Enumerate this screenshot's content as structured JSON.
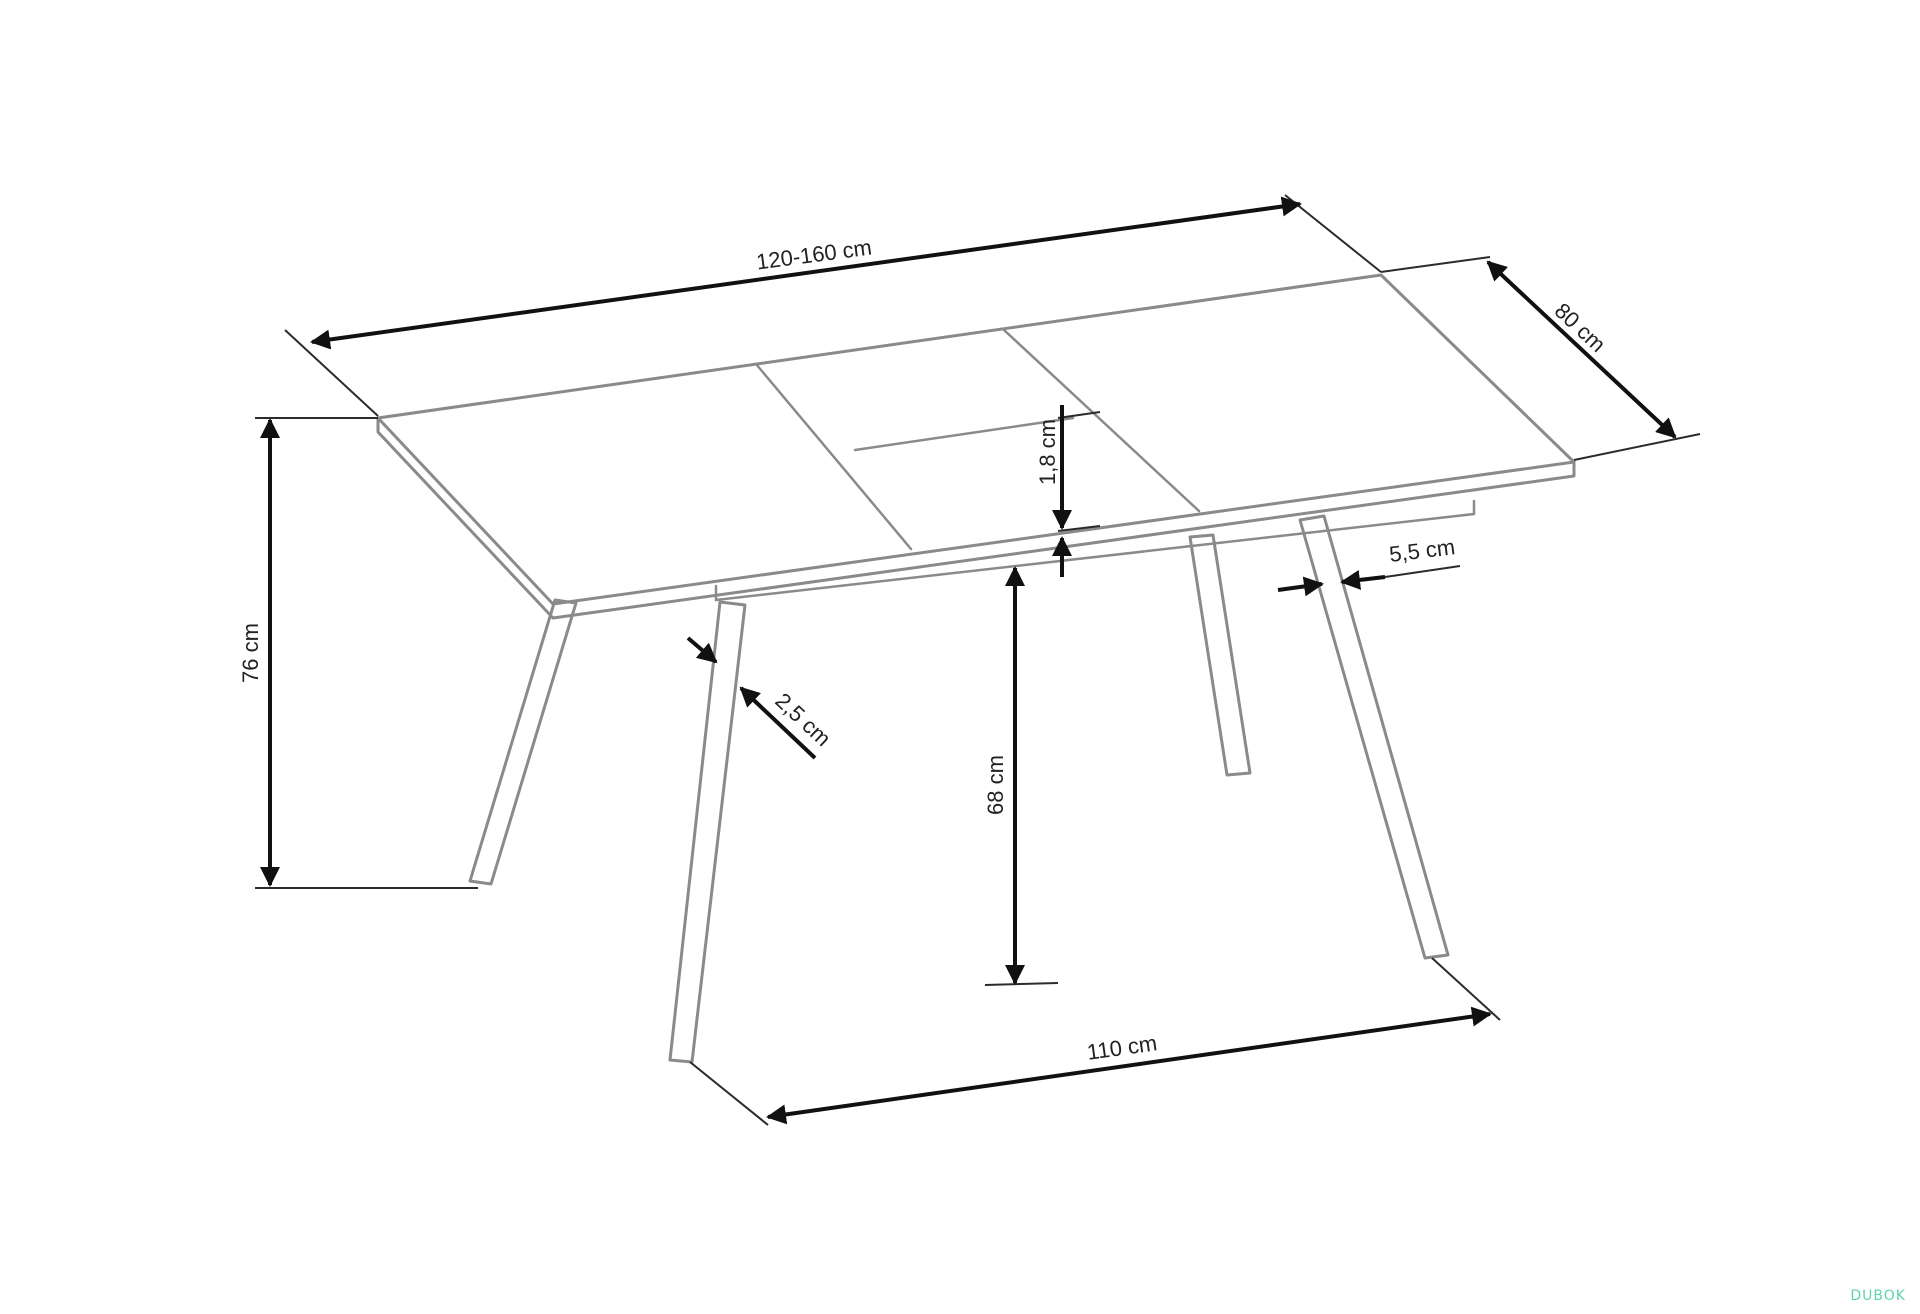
{
  "labels": {
    "length": "120-160 cm",
    "width": "80 cm",
    "height": "76 cm",
    "top_thickness": "1,8 cm",
    "leg_width": "5,5 cm",
    "leg_thickness": "2,5 cm",
    "clearance": "68 cm",
    "leg_span": "110 cm"
  },
  "watermark": "DUBOK",
  "colors": {
    "outline": "#8a8a8a",
    "dimension": "#111111",
    "watermark": "#5fd3b0"
  }
}
